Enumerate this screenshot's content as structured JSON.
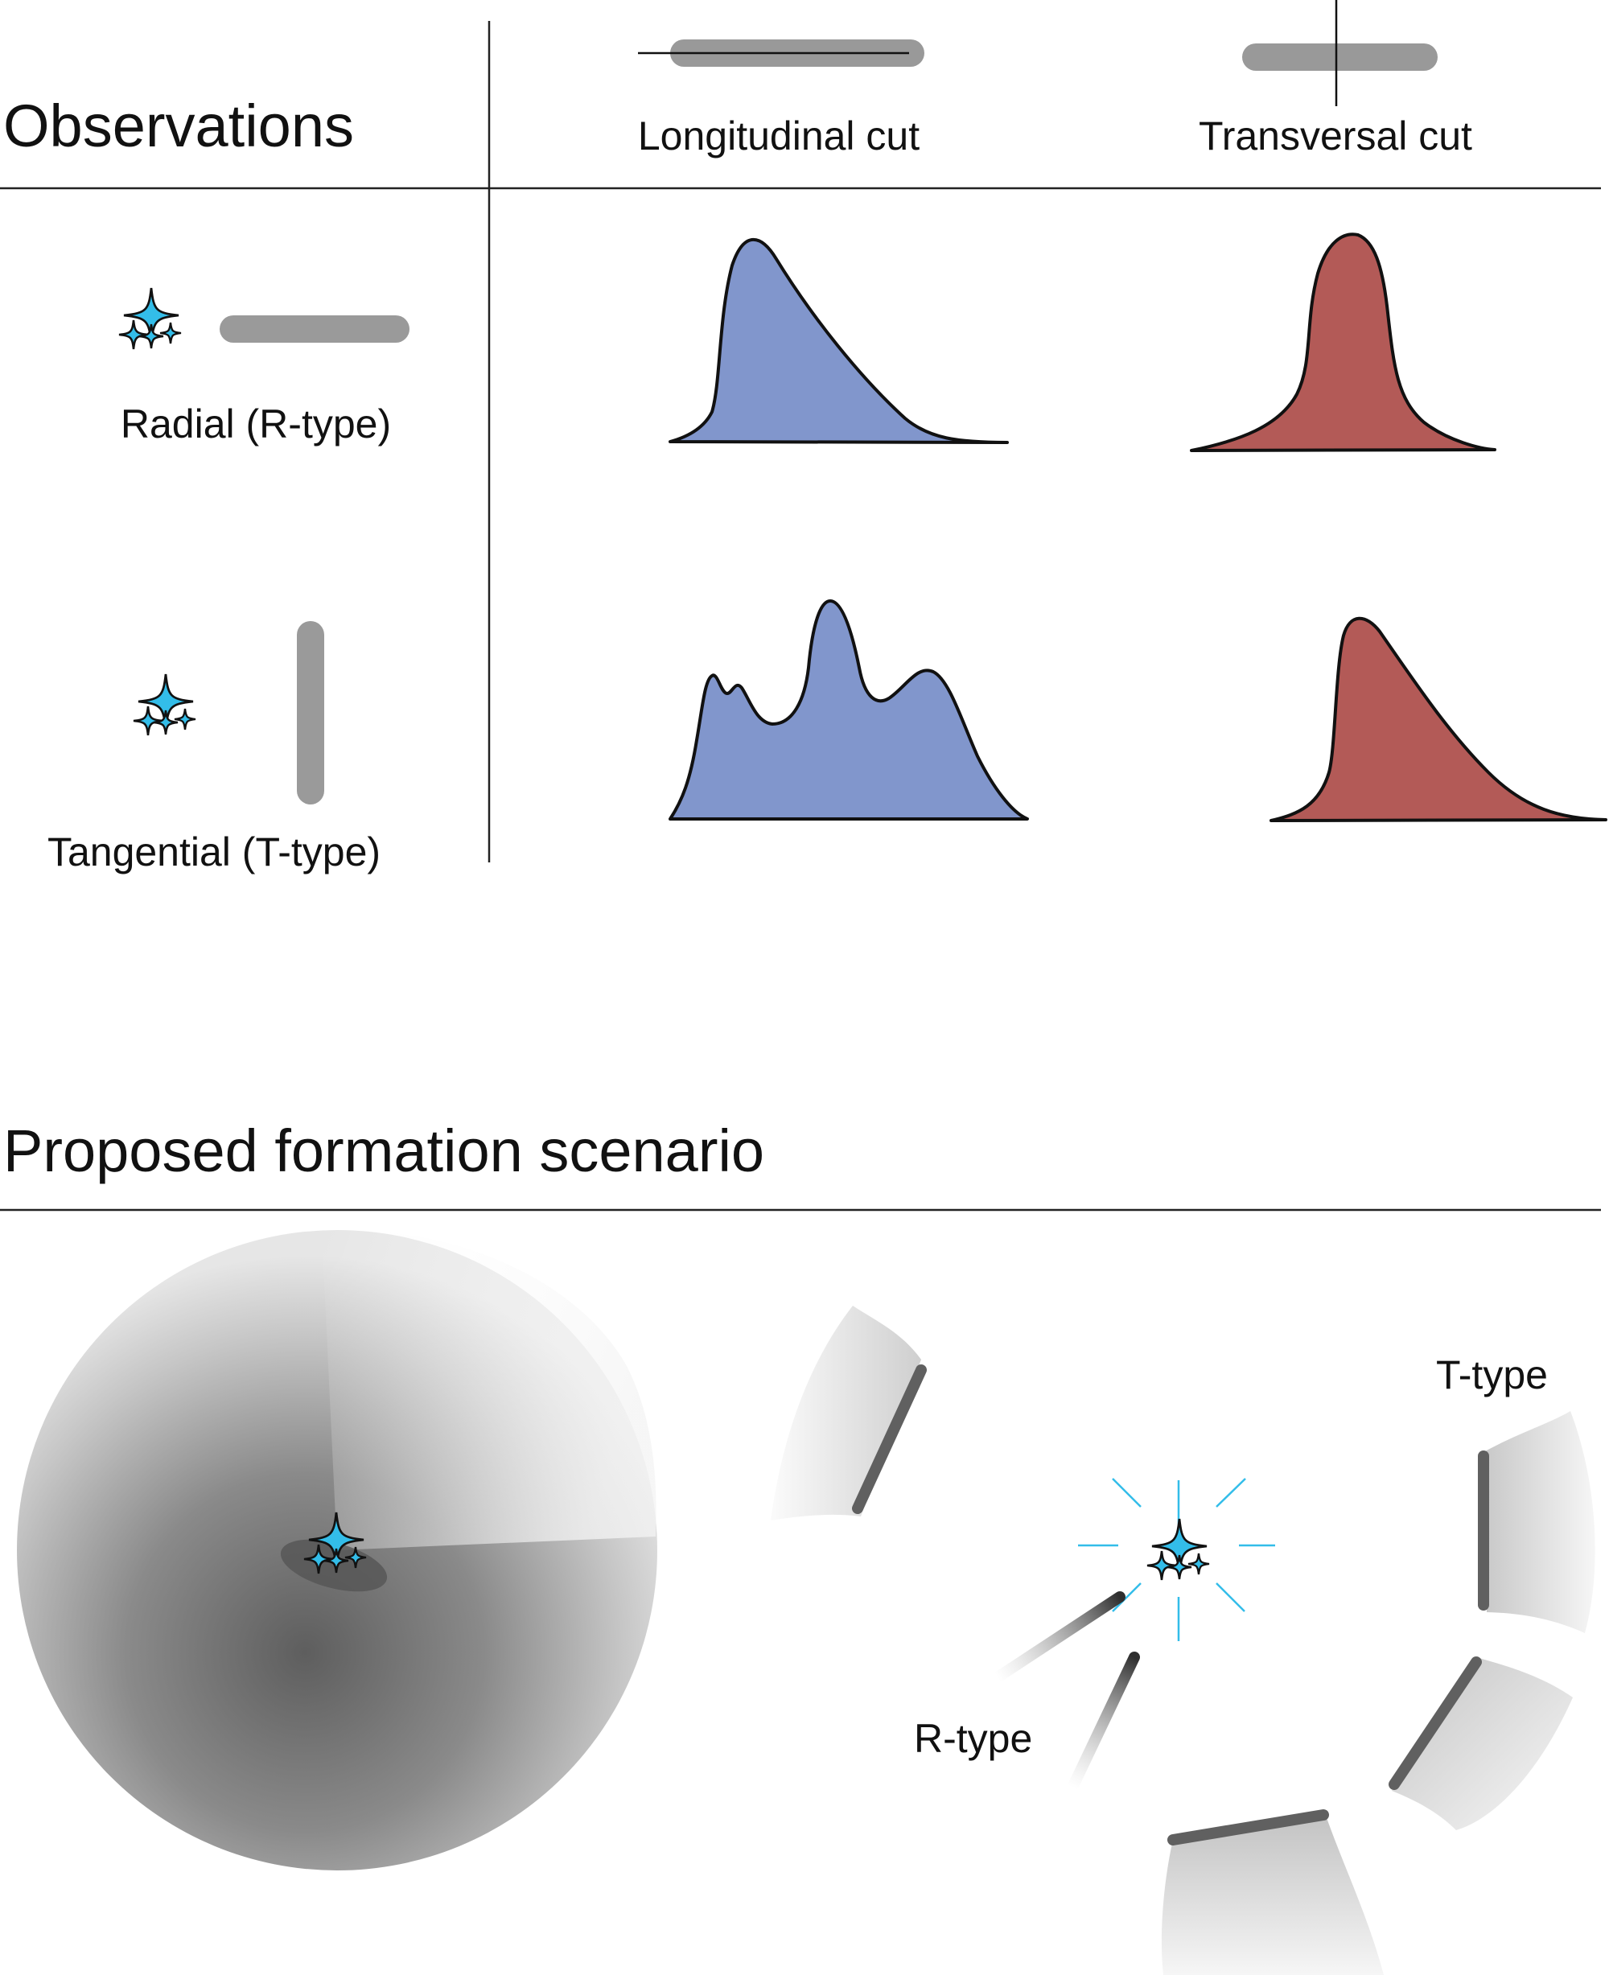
{
  "observations": {
    "heading": "Observations",
    "columns": {
      "longitudinal": "Longitudinal cut",
      "transversal": "Transversal cut"
    },
    "rows": {
      "radial": "Radial (R-type)",
      "tangential": "Tangential (T-type)"
    }
  },
  "scenario": {
    "heading": "Proposed formation scenario",
    "labels": {
      "r_type": "R-type",
      "t_type": "T-type"
    }
  },
  "colors": {
    "longitudinal_fill": "#8196cc",
    "transversal_fill": "#b35a57",
    "star": "#33bde9",
    "bar": "#9a9a9a",
    "filament": "#606060"
  }
}
